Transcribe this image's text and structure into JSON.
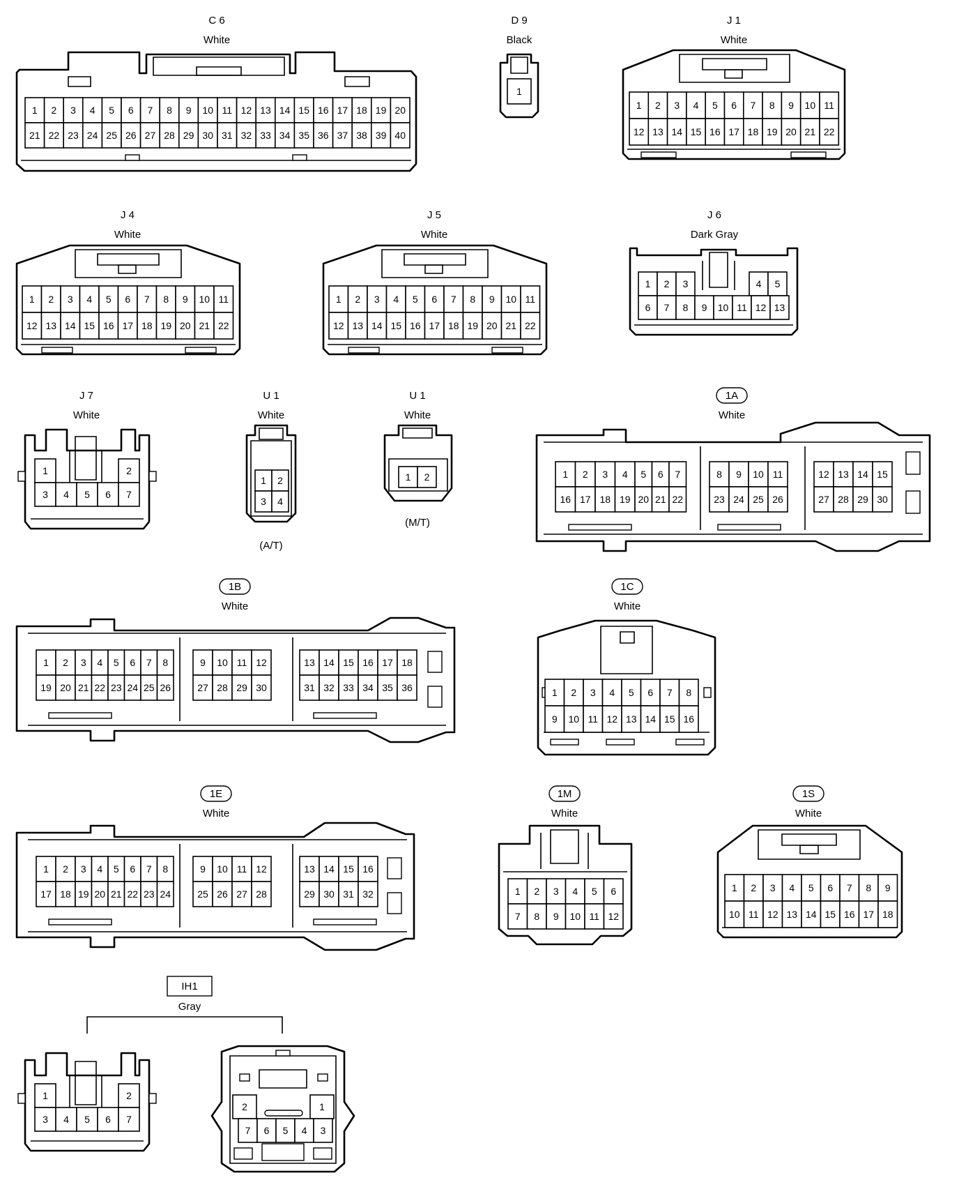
{
  "connectors": [
    {
      "key": "C6",
      "code": "C 6",
      "color": "White",
      "pins": [
        "1",
        "2",
        "3",
        "4",
        "5",
        "6",
        "7",
        "8",
        "9",
        "10",
        "11",
        "12",
        "13",
        "14",
        "15",
        "16",
        "17",
        "18",
        "19",
        "20",
        "21",
        "22",
        "23",
        "24",
        "25",
        "26",
        "27",
        "28",
        "29",
        "30",
        "31",
        "32",
        "33",
        "34",
        "35",
        "36",
        "37",
        "38",
        "39",
        "40"
      ]
    },
    {
      "key": "D9",
      "code": "D 9",
      "color": "Black",
      "pins": [
        "1"
      ]
    },
    {
      "key": "J1",
      "code": "J 1",
      "color": "White",
      "pins": [
        "1",
        "2",
        "3",
        "4",
        "5",
        "6",
        "7",
        "8",
        "9",
        "10",
        "11",
        "12",
        "13",
        "14",
        "15",
        "16",
        "17",
        "18",
        "19",
        "20",
        "21",
        "22"
      ]
    },
    {
      "key": "J4",
      "code": "J 4",
      "color": "White",
      "pins": [
        "1",
        "2",
        "3",
        "4",
        "5",
        "6",
        "7",
        "8",
        "9",
        "10",
        "11",
        "12",
        "13",
        "14",
        "15",
        "16",
        "17",
        "18",
        "19",
        "20",
        "21",
        "22"
      ]
    },
    {
      "key": "J5",
      "code": "J 5",
      "color": "White",
      "pins": [
        "1",
        "2",
        "3",
        "4",
        "5",
        "6",
        "7",
        "8",
        "9",
        "10",
        "11",
        "12",
        "13",
        "14",
        "15",
        "16",
        "17",
        "18",
        "19",
        "20",
        "21",
        "22"
      ]
    },
    {
      "key": "J6",
      "code": "J 6",
      "color": "Dark Gray",
      "pins": [
        "1",
        "2",
        "3",
        "4",
        "5",
        "6",
        "7",
        "8",
        "9",
        "10",
        "11",
        "12",
        "13"
      ]
    },
    {
      "key": "J7",
      "code": "J 7",
      "color": "White",
      "pins": [
        "1",
        "2",
        "3",
        "4",
        "5",
        "6",
        "7"
      ]
    },
    {
      "key": "U1AT",
      "code": "U 1",
      "color": "White",
      "variant": "(A/T)",
      "pins": [
        "1",
        "2",
        "3",
        "4"
      ]
    },
    {
      "key": "U1MT",
      "code": "U 1",
      "color": "White",
      "variant": "(M/T)",
      "pins": [
        "1",
        "2"
      ]
    },
    {
      "key": "1A",
      "code": "1A",
      "color": "White",
      "pins": [
        "1",
        "2",
        "3",
        "4",
        "5",
        "6",
        "7",
        "8",
        "9",
        "10",
        "11",
        "12",
        "13",
        "14",
        "15",
        "16",
        "17",
        "18",
        "19",
        "20",
        "21",
        "22",
        "23",
        "24",
        "25",
        "26",
        "27",
        "28",
        "29",
        "30"
      ]
    },
    {
      "key": "1B",
      "code": "1B",
      "color": "White",
      "pins": [
        "1",
        "2",
        "3",
        "4",
        "5",
        "6",
        "7",
        "8",
        "9",
        "10",
        "11",
        "12",
        "13",
        "14",
        "15",
        "16",
        "17",
        "18",
        "19",
        "20",
        "21",
        "22",
        "23",
        "24",
        "25",
        "26",
        "27",
        "28",
        "29",
        "30",
        "31",
        "32",
        "33",
        "34",
        "35",
        "36"
      ]
    },
    {
      "key": "1C",
      "code": "1C",
      "color": "White",
      "pins": [
        "1",
        "2",
        "3",
        "4",
        "5",
        "6",
        "7",
        "8",
        "9",
        "10",
        "11",
        "12",
        "13",
        "14",
        "15",
        "16"
      ]
    },
    {
      "key": "1E",
      "code": "1E",
      "color": "White",
      "pins": [
        "1",
        "2",
        "3",
        "4",
        "5",
        "6",
        "7",
        "8",
        "9",
        "10",
        "11",
        "12",
        "13",
        "14",
        "15",
        "16",
        "17",
        "18",
        "19",
        "20",
        "21",
        "22",
        "23",
        "24",
        "25",
        "26",
        "27",
        "28",
        "29",
        "30",
        "31",
        "32"
      ]
    },
    {
      "key": "1M",
      "code": "1M",
      "color": "White",
      "pins": [
        "1",
        "2",
        "3",
        "4",
        "5",
        "6",
        "7",
        "8",
        "9",
        "10",
        "11",
        "12"
      ]
    },
    {
      "key": "1S",
      "code": "1S",
      "color": "White",
      "pins": [
        "1",
        "2",
        "3",
        "4",
        "5",
        "6",
        "7",
        "8",
        "9",
        "10",
        "11",
        "12",
        "13",
        "14",
        "15",
        "16",
        "17",
        "18"
      ]
    },
    {
      "key": "IH1",
      "code": "IH1",
      "color": "Gray",
      "pins": [
        "1",
        "2",
        "3",
        "4",
        "5",
        "6",
        "7"
      ],
      "pins_mating": [
        "1",
        "2",
        "3",
        "4",
        "5",
        "6",
        "7"
      ]
    }
  ]
}
